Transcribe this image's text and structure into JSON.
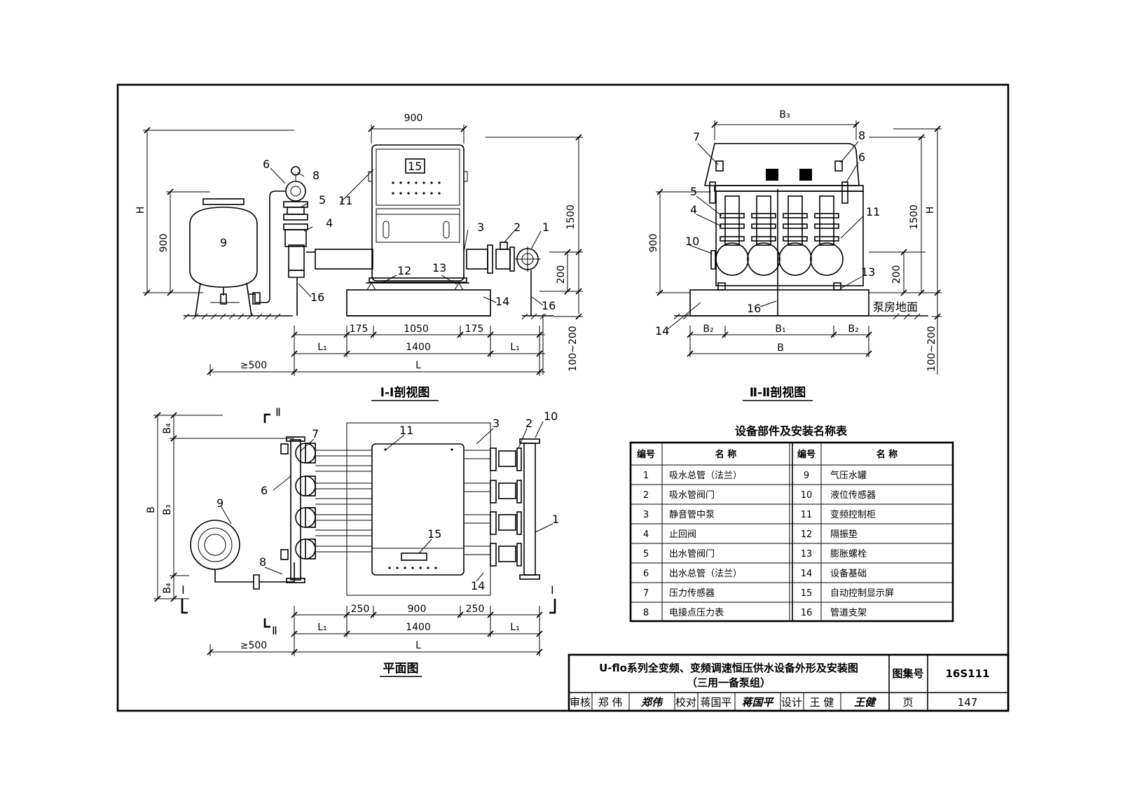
{
  "section1": {
    "title": "Ⅰ-Ⅰ剖视图",
    "dims": {
      "w900": "900",
      "h_label": "H",
      "h900": "900",
      "h1500": "1500",
      "h200": "200",
      "hbase": "100~200",
      "d175a": "175",
      "d1050": "1050",
      "d175b": "175",
      "d1400": "1400",
      "L1a": "L₁",
      "L1b": "L₁",
      "ge500": "≥500",
      "L": "L"
    },
    "callouts": [
      "1",
      "2",
      "3",
      "4",
      "5",
      "6",
      "8",
      "9",
      "11",
      "12",
      "13",
      "14",
      "15",
      "16",
      "16"
    ]
  },
  "section2": {
    "title": "Ⅱ-Ⅱ剖视图",
    "floor_label": "泵房地面",
    "dims": {
      "B3": "B₃",
      "h900": "900",
      "h1500": "1500",
      "H": "H",
      "h200": "200",
      "hbase": "100~200",
      "B2a": "B₂",
      "B1": "B₁",
      "B2b": "B₂",
      "B": "B"
    },
    "callouts": [
      "7",
      "8",
      "6",
      "5",
      "4",
      "10",
      "11",
      "13",
      "16",
      "14"
    ]
  },
  "plan": {
    "title": "平面图",
    "section_marks": [
      "Ⅱ",
      "Ⅱ",
      "Ⅰ",
      "Ⅰ"
    ],
    "dims": {
      "B4a": "B₄",
      "B": "B",
      "B3": "B₃",
      "B4b": "B₄",
      "d250a": "250",
      "d900": "900",
      "d250b": "250",
      "d1400": "1400",
      "L1a": "L₁",
      "L1b": "L₁",
      "ge500": "≥500",
      "L": "L"
    },
    "callouts": [
      "7",
      "6",
      "9",
      "8",
      "11",
      "3",
      "2",
      "10",
      "1",
      "15",
      "14"
    ]
  },
  "parts_table": {
    "title": "设备部件及安装名称表",
    "headers": [
      "编号",
      "名  称",
      "编号",
      "名  称"
    ],
    "rows": [
      [
        "1",
        "吸水总管（法兰）",
        "9",
        "气压水罐"
      ],
      [
        "2",
        "吸水管阀门",
        "10",
        "液位传感器"
      ],
      [
        "3",
        "静音管中泵",
        "11",
        "变频控制柜"
      ],
      [
        "4",
        "止回阀",
        "12",
        "隔振垫"
      ],
      [
        "5",
        "出水管阀门",
        "13",
        "膨胀螺栓"
      ],
      [
        "6",
        "出水总管（法兰）",
        "14",
        "设备基础"
      ],
      [
        "7",
        "压力传感器",
        "15",
        "自动控制显示屏"
      ],
      [
        "8",
        "电接点压力表",
        "16",
        "管道支架"
      ]
    ]
  },
  "title_block": {
    "title_line1": "U-flo系列全变频、变频调速恒压供水设备外形及安装图",
    "title_line2": "（三用一备泵组）",
    "atlas_label": "图集号",
    "atlas_no": "16S111",
    "review_label": "审核",
    "reviewer": "郑 伟",
    "reviewer_sig": "郑伟",
    "check_label": "校对",
    "checker": "蒋国平",
    "checker_sig": "蒋国平",
    "design_label": "设计",
    "designer": "王 健",
    "designer_sig": "王健",
    "page_label": "页",
    "page_no": "147"
  }
}
